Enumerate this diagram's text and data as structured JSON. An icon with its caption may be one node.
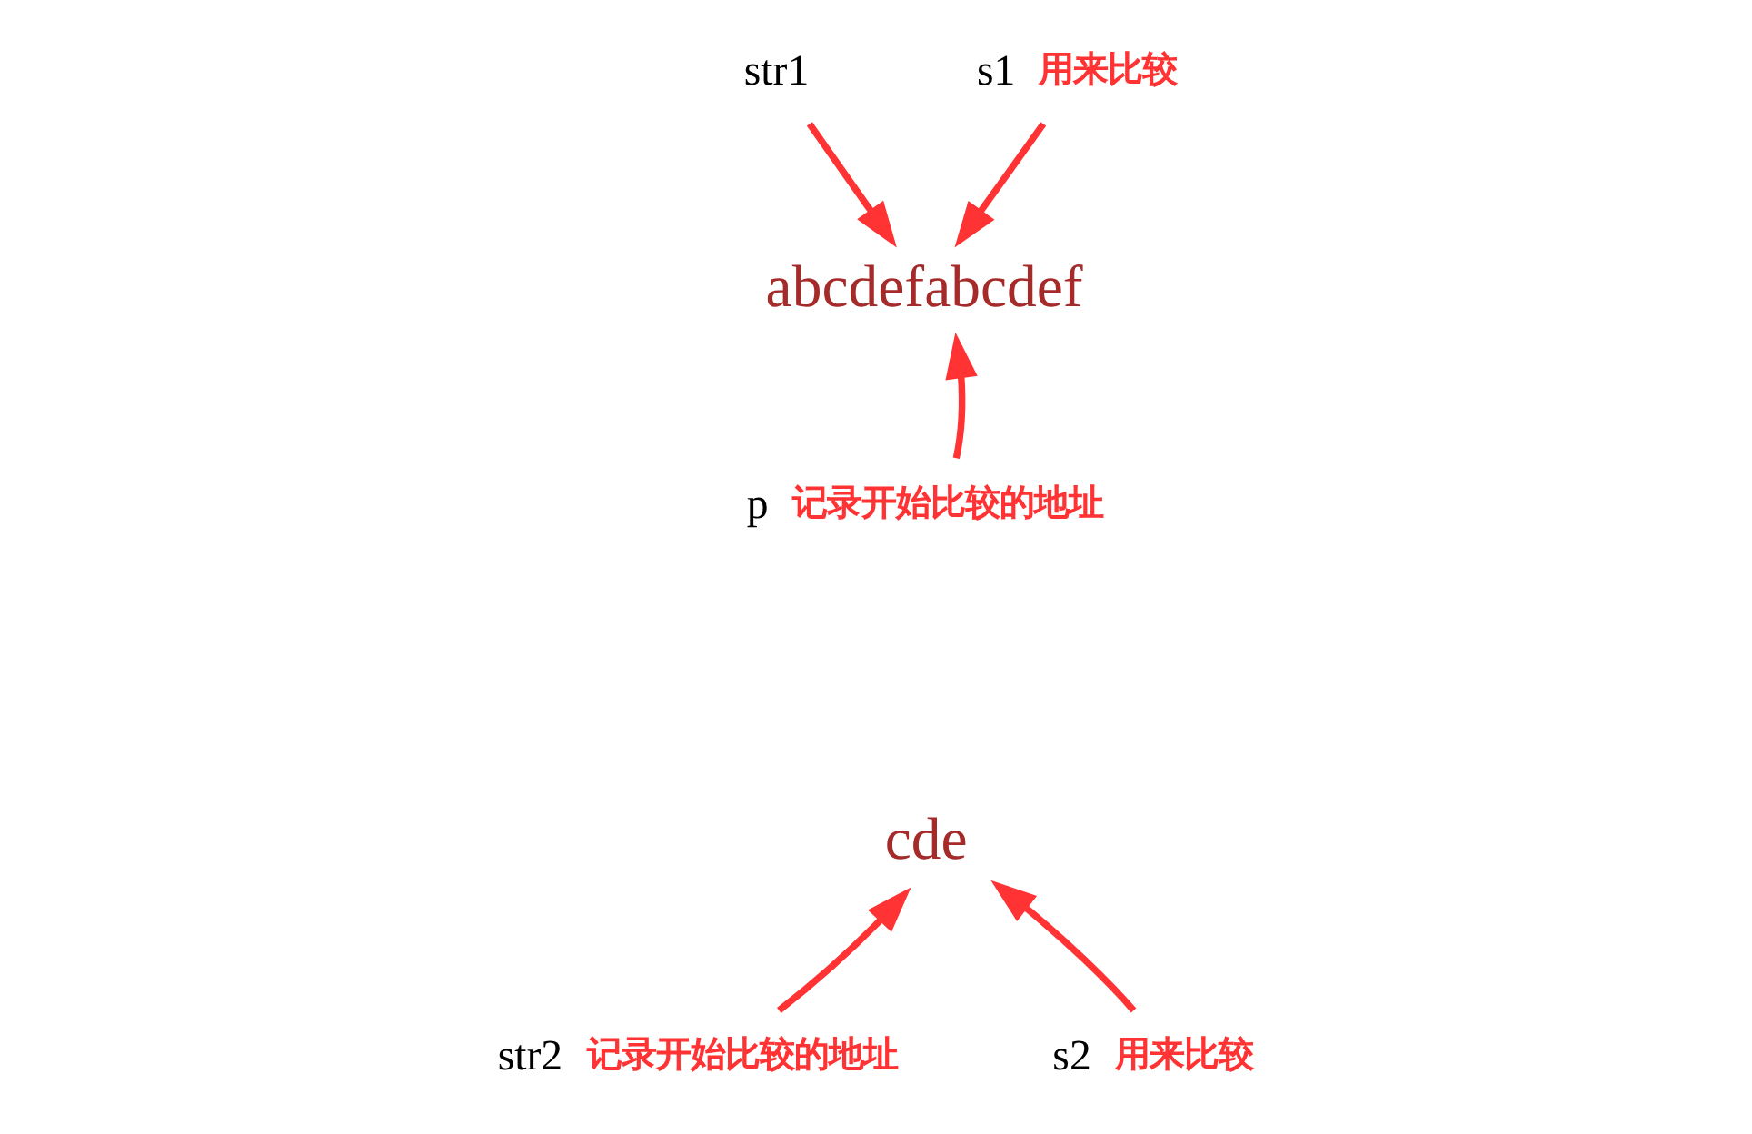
{
  "diagram": {
    "nodes": [
      {
        "text": [
          "str1"
        ]
      },
      {
        "text": [
          "s1"
        ],
        "beside": [
          "用来比较"
        ]
      },
      {
        "text": [
          "abcdefabcdef"
        ]
      },
      {
        "text": [
          "p"
        ],
        "beside": [
          "记录开始比较的地址"
        ]
      },
      {
        "text": [
          "cde"
        ]
      },
      {
        "text": [
          "str2"
        ],
        "beside": [
          "记录开始比较的地址"
        ]
      },
      {
        "text": [
          "s2"
        ],
        "beside": [
          "用来比较"
        ]
      }
    ],
    "edges": [
      {
        "from": 0,
        "to": 2,
        "arrow": "to"
      },
      {
        "from": 1,
        "to": 2,
        "arrow": "to"
      },
      {
        "from": 3,
        "to": 2,
        "arrow": "to"
      },
      {
        "from": 5,
        "to": 4,
        "arrow": "to"
      },
      {
        "from": 6,
        "to": 4,
        "arrow": "to"
      }
    ]
  }
}
